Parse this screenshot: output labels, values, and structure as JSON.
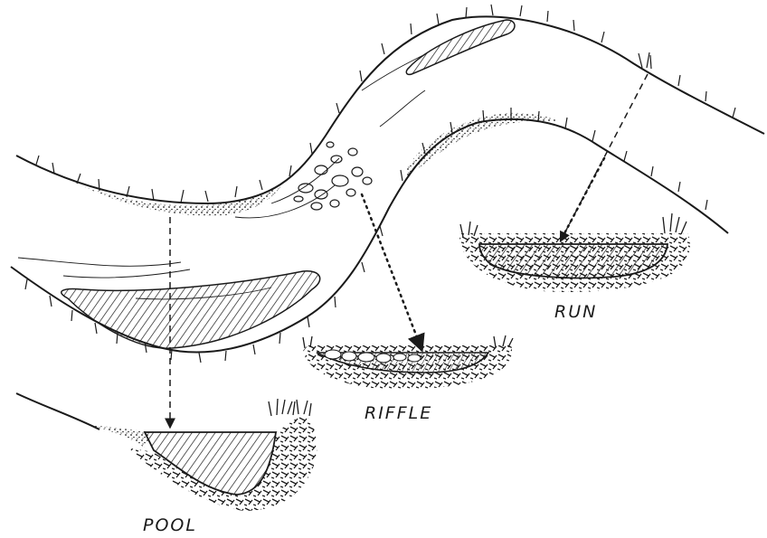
{
  "diagram": {
    "labels": {
      "run": "RUN",
      "riffle": "RIFFLE",
      "pool": "POOL"
    },
    "colors": {
      "ink": "#1a1a1a",
      "paper": "#ffffff"
    }
  }
}
